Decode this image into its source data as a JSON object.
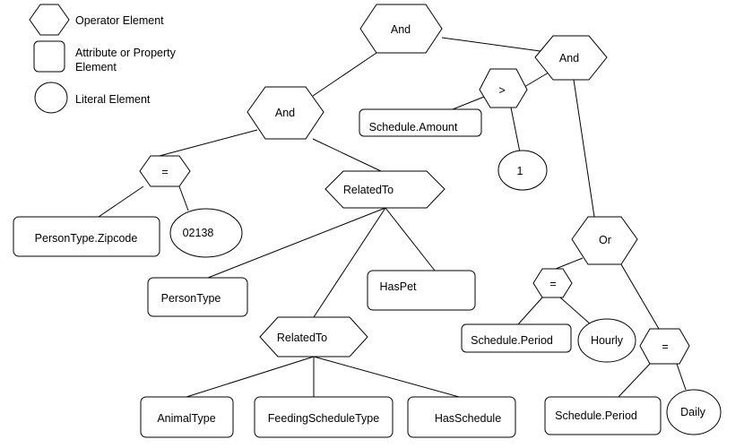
{
  "legend": {
    "operator": "Operator Element",
    "attribute_line1": "Attribute or Property",
    "attribute_line2": "Element",
    "literal": "Literal Element"
  },
  "nodes": {
    "and_root": "And",
    "and_left": "And",
    "and_right": "And",
    "eq_zip": "=",
    "person_zipcode": "PersonType.Zipcode",
    "lit_02138": "02138",
    "relatedto_1": "RelatedTo",
    "person_type": "PersonType",
    "has_pet": "HasPet",
    "relatedto_2": "RelatedTo",
    "animal_type": "AnimalType",
    "feeding_schedule_type": "FeedingScheduleType",
    "has_schedule": "HasSchedule",
    "gt": ">",
    "schedule_amount": "Schedule.Amount",
    "lit_1": "1",
    "or": "Or",
    "eq_hourly": "=",
    "schedule_period_1": "Schedule.Period",
    "lit_hourly": "Hourly",
    "eq_daily": "=",
    "schedule_period_2": "Schedule.Period",
    "lit_daily": "Daily"
  }
}
